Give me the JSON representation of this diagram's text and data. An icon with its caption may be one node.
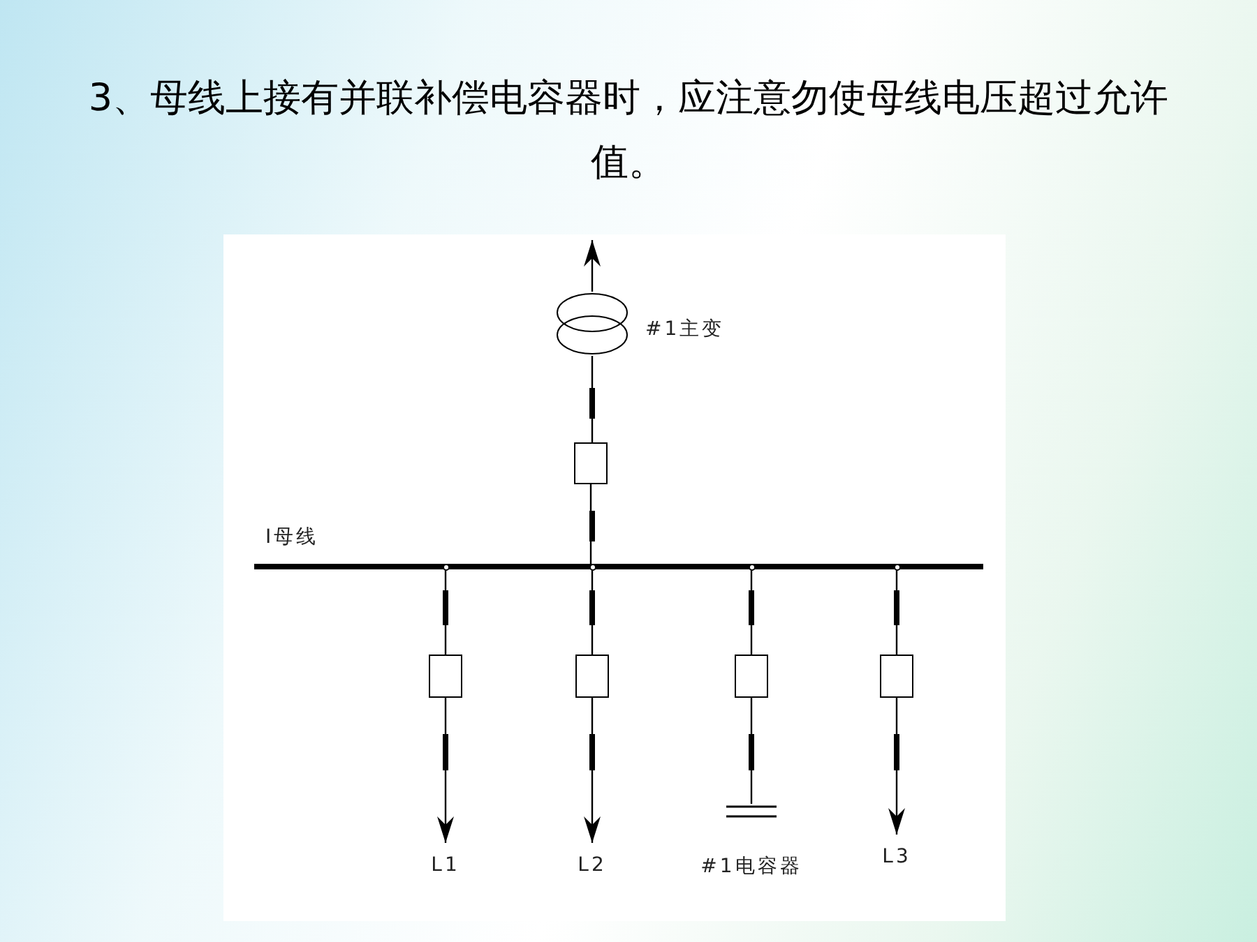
{
  "diagram": {
    "title": "3、母线上接有并联补偿电容器时，应注意勿使母线电压超过允许值。",
    "nodes": [
      {
        "text": [],
        "shape": "circle",
        "beside": [
          "#1主变"
        ]
      },
      {
        "text": [],
        "shape": "box"
      },
      {
        "text": [
          "I母线"
        ]
      },
      {
        "text": [],
        "shape": "box"
      },
      {
        "text": [],
        "shape": "box"
      },
      {
        "text": [],
        "shape": "box"
      },
      {
        "text": [],
        "shape": "box"
      },
      {
        "text": [
          "L1"
        ]
      },
      {
        "text": [
          "L2"
        ]
      },
      {
        "text": [
          "#1电容器"
        ]
      },
      {
        "text": [
          "L3"
        ]
      }
    ],
    "edges": [
      {
        "from": 0,
        "to": null,
        "arrow": "to"
      },
      {
        "from": 0,
        "to": 1,
        "arrow": "none"
      },
      {
        "from": 1,
        "to": 2,
        "arrow": "none"
      },
      {
        "from": 2,
        "to": 3,
        "arrow": "none"
      },
      {
        "from": 2,
        "to": 4,
        "arrow": "none"
      },
      {
        "from": 2,
        "to": 5,
        "arrow": "none"
      },
      {
        "from": 2,
        "to": 6,
        "arrow": "none"
      },
      {
        "from": 3,
        "to": 7,
        "arrow": "to"
      },
      {
        "from": 4,
        "to": 8,
        "arrow": "to"
      },
      {
        "from": 5,
        "to": 9,
        "arrow": "none"
      },
      {
        "from": 6,
        "to": 10,
        "arrow": "to"
      }
    ]
  }
}
